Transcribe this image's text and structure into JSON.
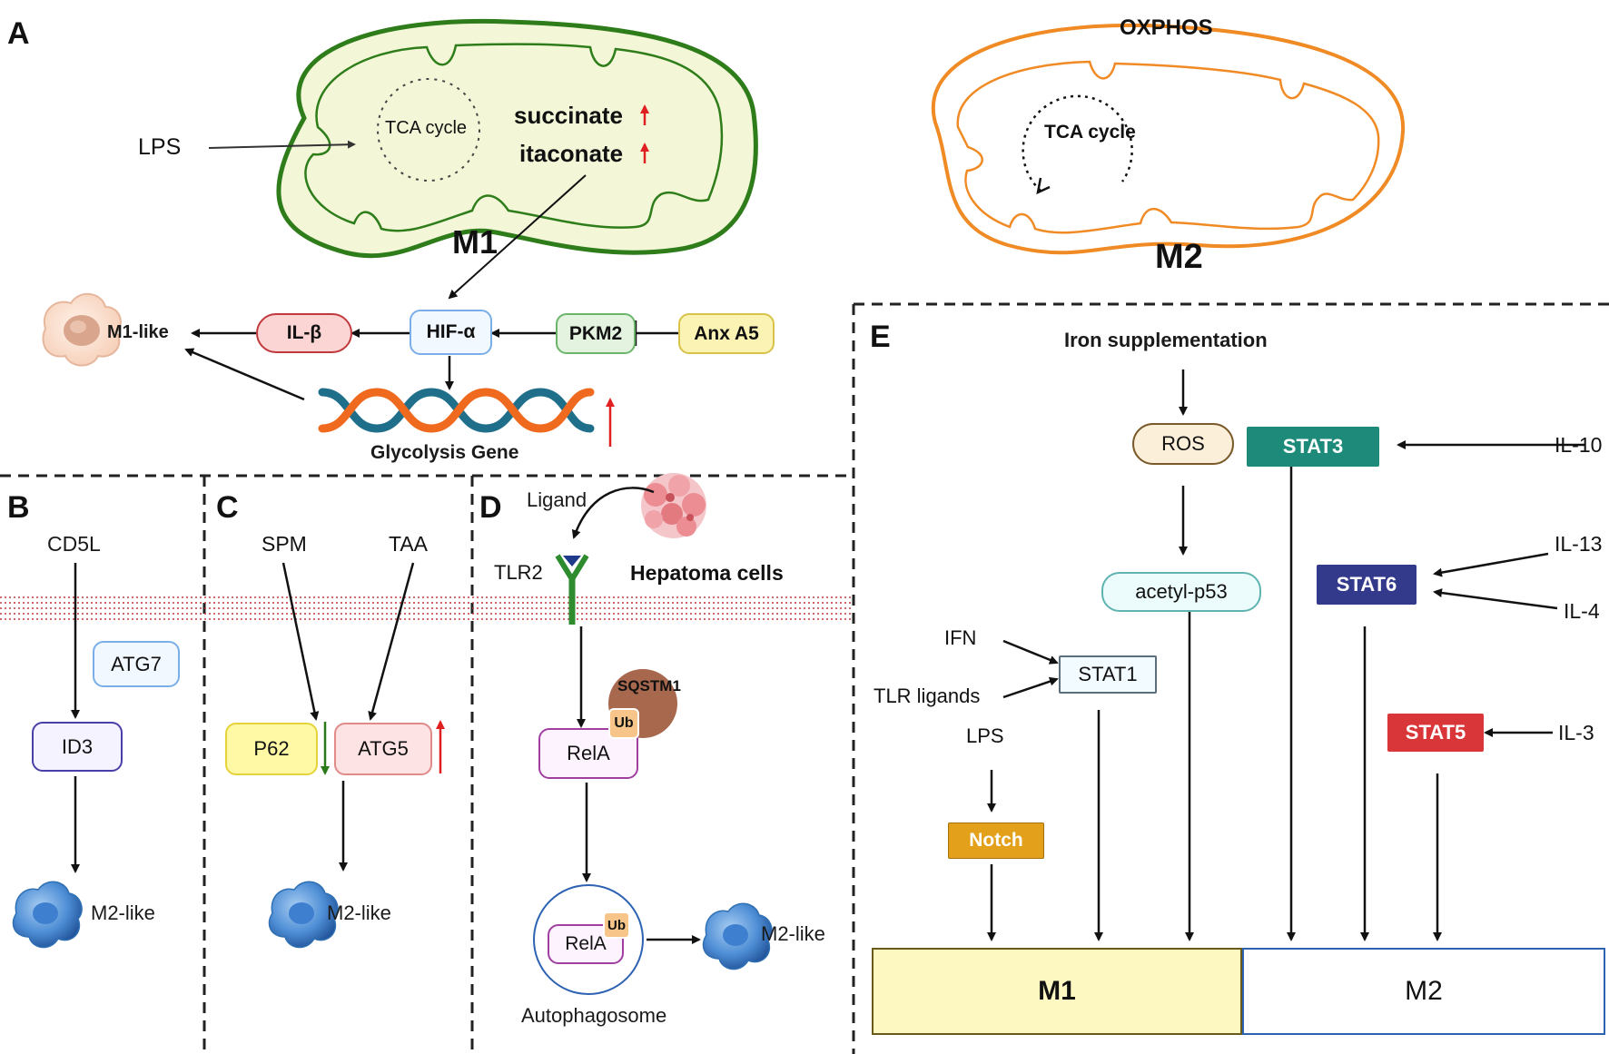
{
  "panels": {
    "a": "A",
    "b": "B",
    "c": "C",
    "d": "D",
    "e": "E"
  },
  "panel_a": {
    "lps": "LPS",
    "tca_cycle": "TCA cycle",
    "succinate": "succinate",
    "itaconate": "itaconate",
    "m1_label": "M1",
    "il_beta": "IL-β",
    "hif": "HIF-α",
    "pkm2": "PKM2",
    "anx": "Anx A5",
    "m1_like": "M1-like",
    "glycolysis": "Glycolysis Gene"
  },
  "panel_m2": {
    "oxphos": "OXPHOS",
    "tca_cycle": "TCA cycle",
    "m2_label": "M2"
  },
  "panel_b": {
    "cd5l": "CD5L",
    "atg7": "ATG7",
    "id3": "ID3",
    "m2_like": "M2-like"
  },
  "panel_c": {
    "spm": "SPM",
    "taa": "TAA",
    "p62": "P62",
    "atg5": "ATG5",
    "m2_like": "M2-like"
  },
  "panel_d": {
    "ligand": "Ligand",
    "tlr2": "TLR2",
    "hepatoma": "Hepatoma cells",
    "sqstm1": "SQSTM1",
    "rela": "RelA",
    "ub": "Ub",
    "autophagosome": "Autophagosome",
    "m2_like": "M2-like"
  },
  "panel_e": {
    "iron": "Iron supplementation",
    "ros": "ROS",
    "stat3": "STAT3",
    "il10": "IL-10",
    "il13": "IL-13",
    "il4": "IL-4",
    "stat6": "STAT6",
    "acetyl_p53": "acetyl-p53",
    "ifn": "IFN",
    "tlr_ligands": "TLR ligands",
    "stat1": "STAT1",
    "lps": "LPS",
    "notch": "Notch",
    "stat5": "STAT5",
    "il3": "IL-3",
    "m1": "M1",
    "m2": "M2"
  },
  "colors": {
    "m1_mito": "#2e7d1a",
    "m2_mito": "#f08a24",
    "stat3": "#1d8a7a",
    "stat6": "#333a8c",
    "stat5": "#d9363a",
    "notch": "#e3a11b",
    "up_arrow": "#e02020",
    "down_arrow": "#2a7a1a"
  }
}
